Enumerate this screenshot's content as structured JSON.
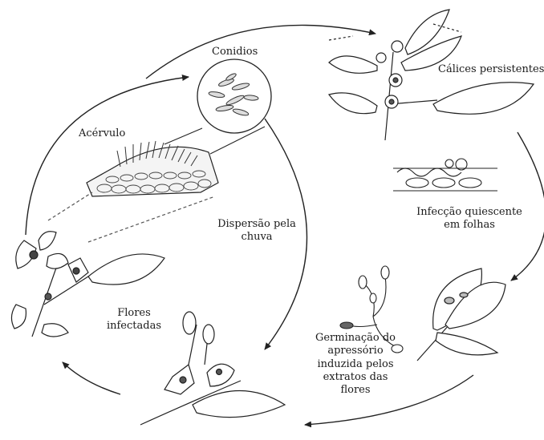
{
  "labels": {
    "conidios": "Conidios",
    "acervulo": "Acérvulo",
    "dispersao_line1": "Dispersão pela",
    "dispersao_line2": "chuva",
    "calices": "Cálices persistentes",
    "infeccao_line1": "Infecção quiescente",
    "infeccao_line2": "em folhas",
    "flores_line1": "Flores",
    "flores_line2": "infectadas",
    "germinacao_line1": "Germinação do",
    "germinacao_line2": "apressório",
    "germinacao_line3": "induzida pelos",
    "germinacao_line4": "extratos das",
    "germinacao_line5": "flores"
  },
  "style": {
    "ink": "#222222",
    "background": "#ffffff"
  }
}
